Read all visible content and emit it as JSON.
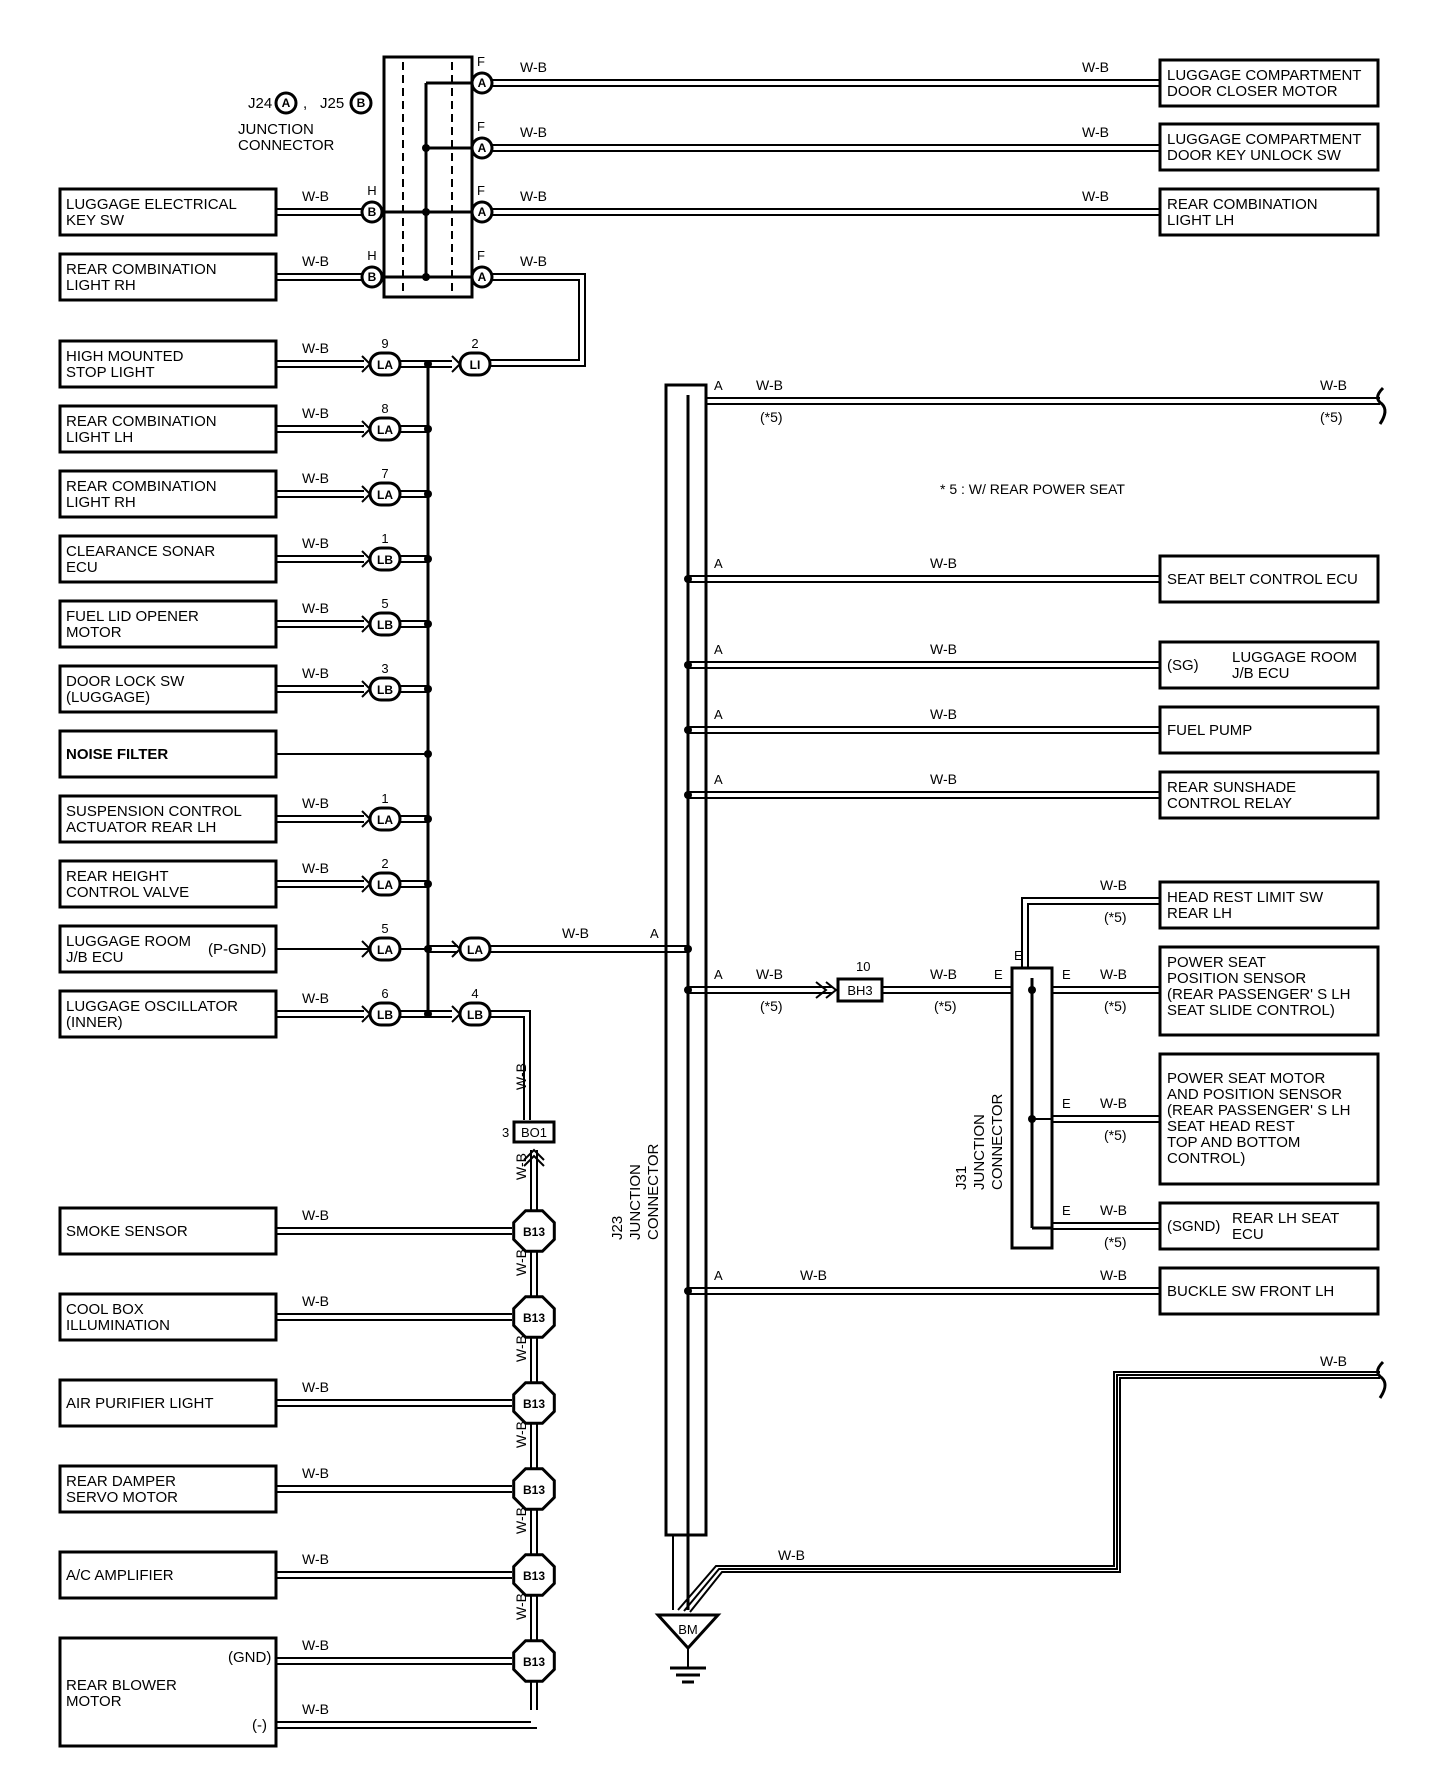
{
  "wire_color": "W-B",
  "note5": "(*5)",
  "legend": "* 5 : W/ REAR POWER SEAT",
  "junction_j24_j25": {
    "j24": "J24",
    "j25": "J25",
    "a": "A",
    "b": "B",
    "sep": ",",
    "title1": "JUNCTION",
    "title2": "CONNECTOR"
  },
  "j23": {
    "line1": "J23",
    "line2": "JUNCTION",
    "line3": "CONNECTOR"
  },
  "j31": {
    "line1": "J31",
    "line2": "JUNCTION",
    "line3": "CONNECTOR"
  },
  "ground": "BM",
  "top_right_components": [
    {
      "l1": "LUGGAGE COMPARTMENT",
      "l2": "DOOR CLOSER MOTOR"
    },
    {
      "l1": "LUGGAGE COMPARTMENT",
      "l2": "DOOR KEY UNLOCK SW"
    },
    {
      "l1": "REAR COMBINATION",
      "l2": "LIGHT LH"
    }
  ],
  "top_left_components": [
    {
      "l1": "LUGGAGE ELECTRICAL",
      "l2": "KEY SW"
    },
    {
      "l1": "REAR COMBINATION",
      "l2": "LIGHT RH"
    }
  ],
  "pins": {
    "F": "F",
    "H": "H",
    "A": "A",
    "E": "E"
  },
  "left_components": [
    {
      "l1": "HIGH MOUNTED",
      "l2": "STOP LIGHT",
      "pin": "9",
      "conn": "LA"
    },
    {
      "l1": "REAR COMBINATION",
      "l2": "LIGHT LH",
      "pin": "8",
      "conn": "LA"
    },
    {
      "l1": "REAR COMBINATION",
      "l2": "LIGHT RH",
      "pin": "7",
      "conn": "LA"
    },
    {
      "l1": "CLEARANCE SONAR",
      "l2": "ECU",
      "pin": "1",
      "conn": "LB"
    },
    {
      "l1": "FUEL LID OPENER",
      "l2": "MOTOR",
      "pin": "5",
      "conn": "LB"
    },
    {
      "l1": "DOOR LOCK SW",
      "l2": "(LUGGAGE)",
      "pin": "3",
      "conn": "LB"
    },
    {
      "l1": "NOISE FILTER",
      "l2": "",
      "pin": "",
      "conn": ""
    },
    {
      "l1": "SUSPENSION CONTROL",
      "l2": "ACTUATOR REAR LH",
      "pin": "1",
      "conn": "LA"
    },
    {
      "l1": "REAR HEIGHT",
      "l2": "CONTROL VALVE",
      "pin": "2",
      "conn": "LA"
    },
    {
      "l1": "LUGGAGE ROOM",
      "l2": "J/B ECU",
      "extra": "(P-GND)",
      "pin": "5",
      "conn": "LA"
    },
    {
      "l1": "LUGGAGE OSCILLATOR",
      "l2": "(INNER)",
      "pin": "6",
      "conn": "LB"
    }
  ],
  "li_connector": {
    "pin": "2",
    "conn": "LI"
  },
  "lb4_connector": {
    "pin": "4",
    "conn": "LB"
  },
  "bo1": {
    "pin": "3",
    "conn": "BO1"
  },
  "b13_components": [
    {
      "l1": "SMOKE SENSOR",
      "l2": ""
    },
    {
      "l1": "COOL BOX",
      "l2": "ILLUMINATION"
    },
    {
      "l1": "AIR PURIFIER LIGHT",
      "l2": ""
    },
    {
      "l1": "REAR DAMPER",
      "l2": "SERVO MOTOR"
    },
    {
      "l1": "A/C AMPLIFIER",
      "l2": ""
    },
    {
      "l1": "REAR BLOWER",
      "l2": "MOTOR",
      "gnd": "(GND)",
      "neg": "(-)"
    }
  ],
  "b13_conn": "B13",
  "right_components": [
    {
      "l1": "SEAT BELT CONTROL ECU"
    },
    {
      "l1": "LUGGAGE ROOM",
      "l2": "J/B ECU",
      "prefix": "(SG)"
    },
    {
      "l1": "FUEL PUMP"
    },
    {
      "l1": "REAR SUNSHADE",
      "l2": "CONTROL RELAY"
    },
    {
      "l1": "HEAD REST LIMIT SW",
      "l2": "REAR LH"
    },
    {
      "l1": "POWER SEAT",
      "l2": "POSITION SENSOR",
      "l3": "(REAR PASSENGER' S LH",
      "l4": " SEAT SLIDE CONTROL)"
    },
    {
      "l1": "POWER SEAT MOTOR",
      "l2": "AND POSITION SENSOR",
      "l3": "(REAR PASSENGER' S LH",
      "l4": " SEAT HEAD REST",
      "l5": " TOP AND BOTTOM",
      "l6": " CONTROL)"
    },
    {
      "l1": "REAR LH SEAT",
      "l2": "ECU",
      "prefix": "(SGND)"
    },
    {
      "l1": "BUCKLE SW FRONT LH"
    }
  ],
  "bh3": {
    "pin": "10",
    "conn": "BH3"
  }
}
